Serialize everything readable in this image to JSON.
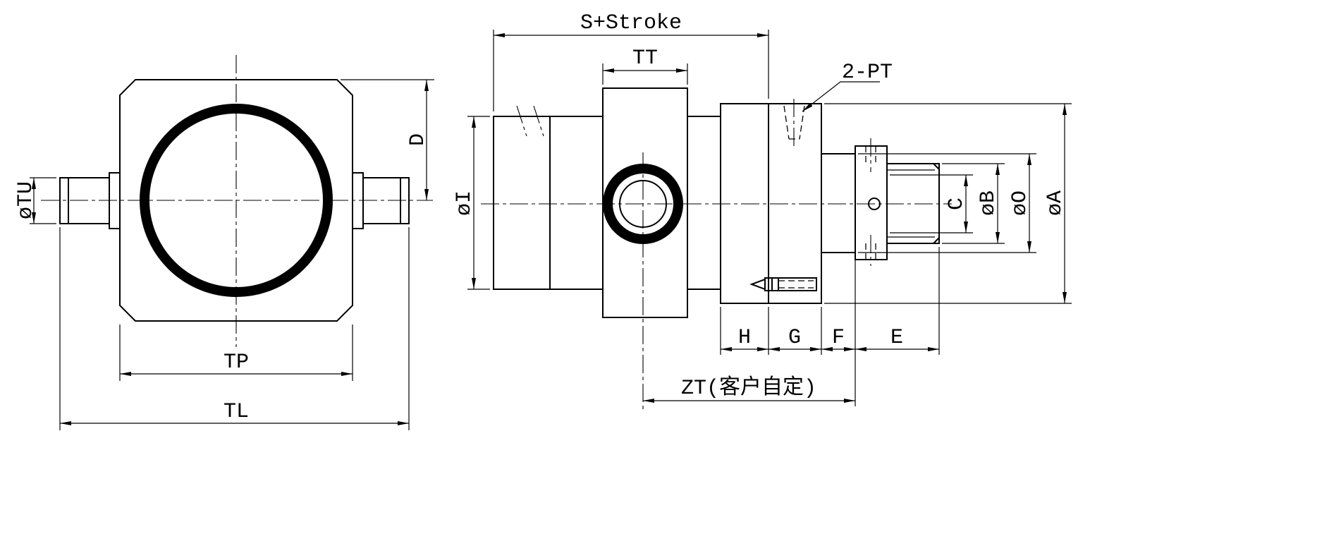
{
  "colors": {
    "line": "#000000",
    "background": "#ffffff"
  },
  "left_view": {
    "dim_tu": "øTU",
    "dim_d": "D",
    "dim_tp": "TP",
    "dim_tl": "TL"
  },
  "right_view": {
    "dim_s_stroke": "S+Stroke",
    "dim_tt": "TT",
    "label_2pt": "2-PT",
    "dim_i": "øI",
    "dim_h": "H",
    "dim_g": "G",
    "dim_f": "F",
    "dim_e": "E",
    "dim_c": "C",
    "dim_b": "øB",
    "dim_o": "øO",
    "dim_a": "øA",
    "dim_zt": "ZT(客户自定)"
  }
}
